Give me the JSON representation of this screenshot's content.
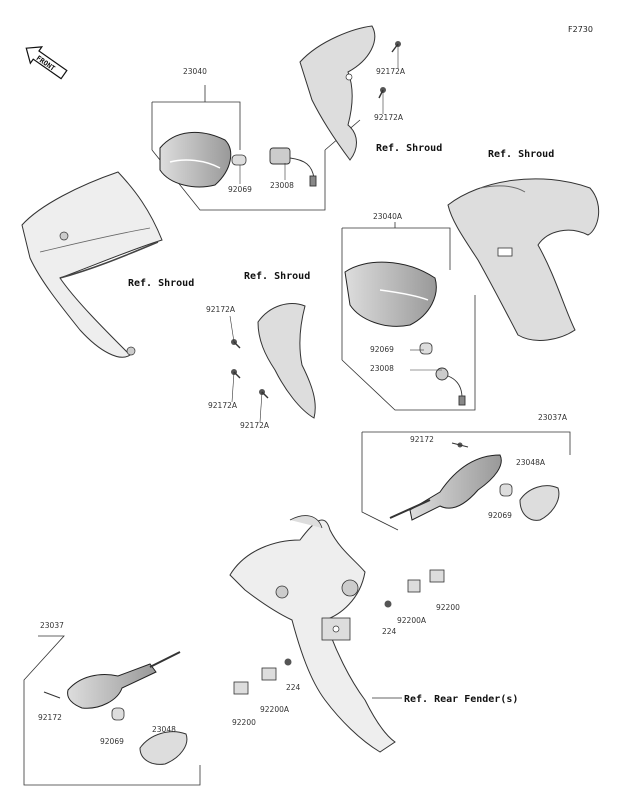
{
  "figure_code": "F2730",
  "front_badge": "FRONT",
  "refs": {
    "shroud": "Ref. Shroud",
    "rear_fender": "Ref. Rear Fender(s)"
  },
  "parts": {
    "front_left_assy": "23040",
    "front_right_assy": "23040A",
    "rear_right_assy": "23037A",
    "rear_left_assy": "23037",
    "screw_a": "92172A",
    "screw": "92172",
    "bulb": "92069",
    "socket": "23008",
    "lens_right": "23048A",
    "lens_left": "23048",
    "bracket_a": "92200A",
    "bracket": "92200",
    "nut": "224"
  }
}
